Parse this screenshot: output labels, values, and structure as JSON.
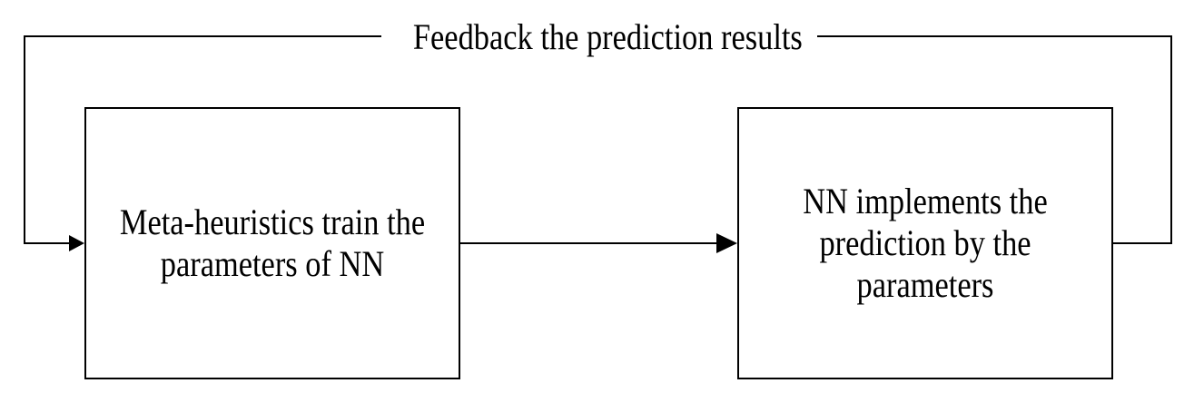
{
  "feedback_label": "Feedback the prediction results",
  "nodes": [
    {
      "id": "train",
      "label": "Meta-heuristics train the\nparameters of NN"
    },
    {
      "id": "predict",
      "label": "NN implements the\nprediction by the\nparameters"
    }
  ],
  "edges": [
    {
      "from": "train",
      "to": "predict",
      "label": ""
    },
    {
      "from": "predict",
      "to": "train",
      "label": "Feedback the prediction results"
    }
  ],
  "colors": {
    "line": "#000000",
    "background": "#ffffff"
  }
}
